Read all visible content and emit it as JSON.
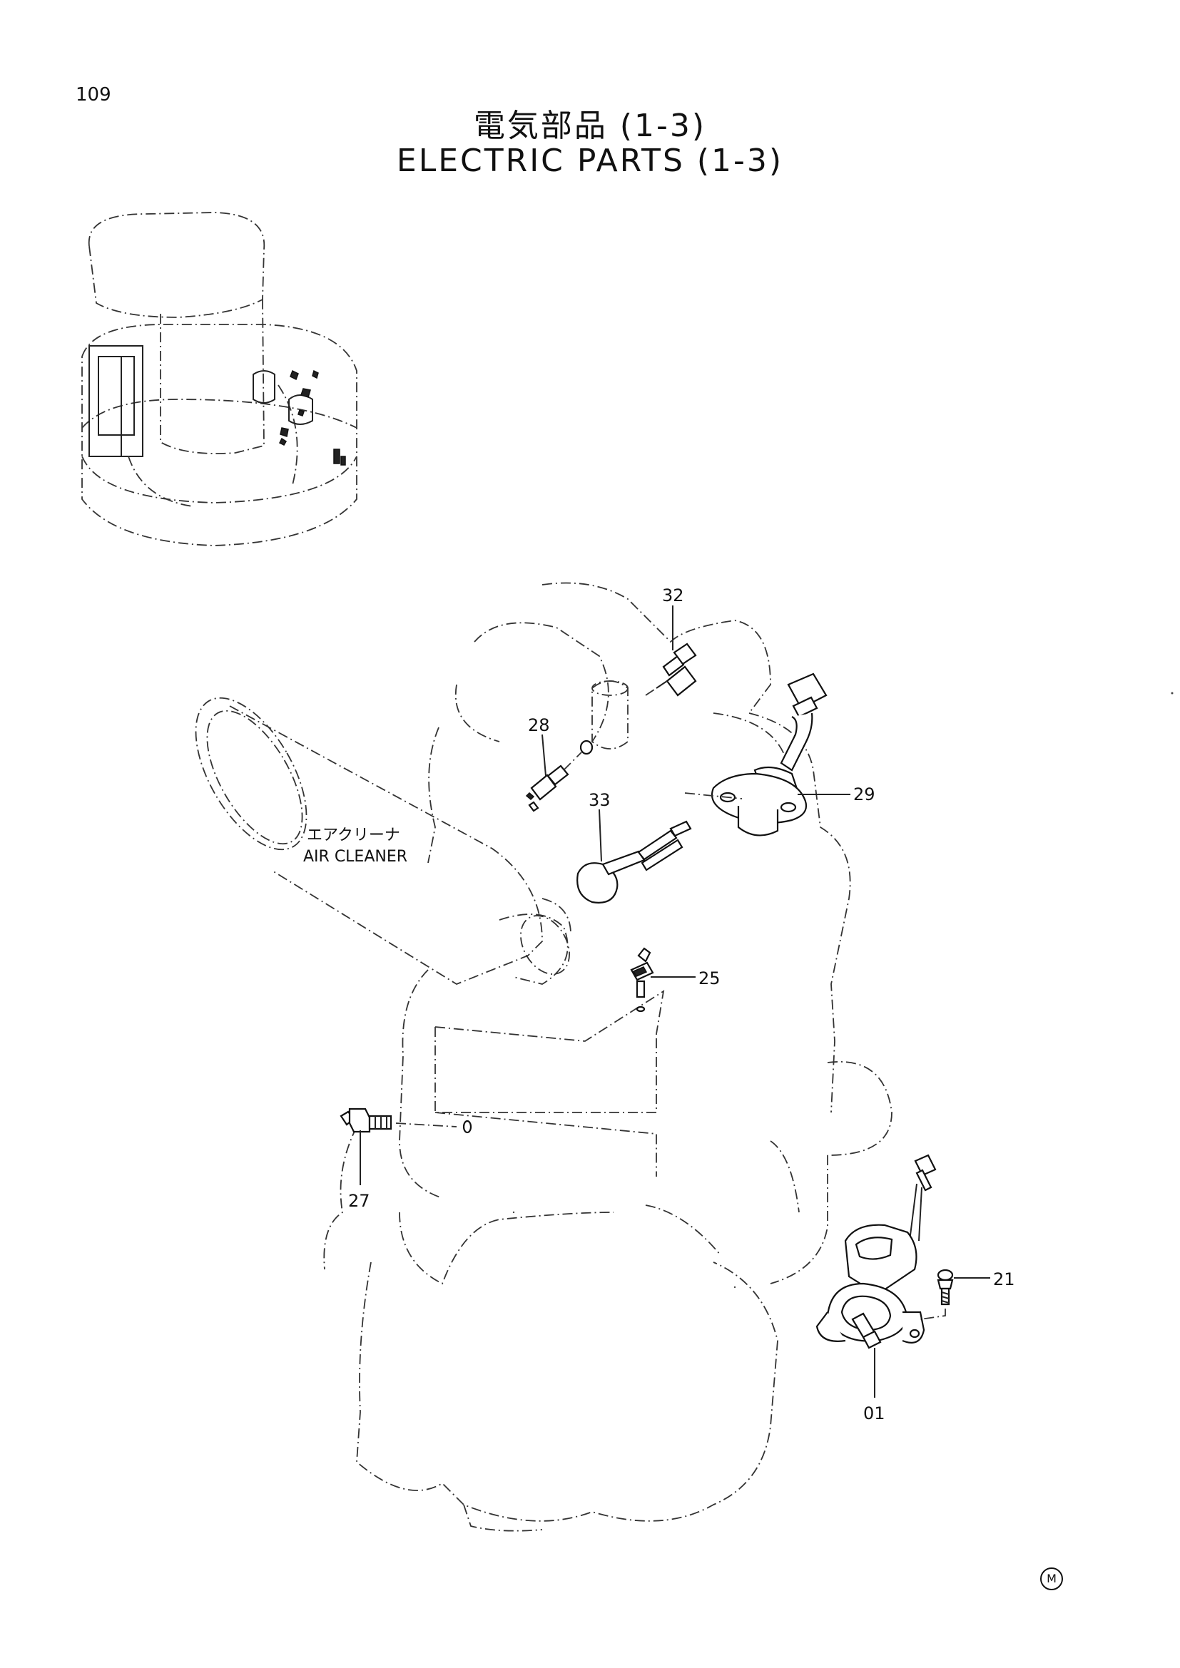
{
  "page": {
    "number": "109"
  },
  "title": {
    "jp": "電気部品 (1-3)",
    "en": "ELECTRIC PARTS (1-3)"
  },
  "annotations": {
    "air_cleaner_jp": "エアクリーナ",
    "air_cleaner_en": "AIR CLEANER"
  },
  "callouts": [
    "32",
    "28",
    "29",
    "33",
    "25",
    "27",
    "21",
    "01"
  ],
  "footer": {
    "mark": "M"
  }
}
